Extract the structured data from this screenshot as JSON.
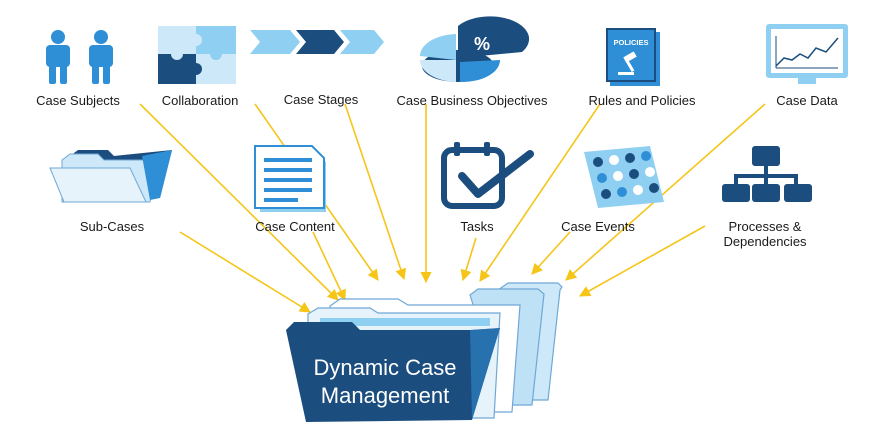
{
  "colors": {
    "navy": "#1b4d7e",
    "blue": "#2f8fd6",
    "sky": "#8fd0f2",
    "pale": "#cde8f8",
    "arrow": "#f5c518"
  },
  "sources": [
    {
      "label": "Case Subjects",
      "icon": "people-icon"
    },
    {
      "label": "Collaboration",
      "icon": "puzzle-icon"
    },
    {
      "label": "Case Stages",
      "icon": "chevron-stages-icon"
    },
    {
      "label": "Case Business Objectives",
      "icon": "pie-percent-icon"
    },
    {
      "label": "Rules and Policies",
      "icon": "policies-book-icon"
    },
    {
      "label": "Case Data",
      "icon": "monitor-chart-icon"
    },
    {
      "label": "Sub-Cases",
      "icon": "folder-icon"
    },
    {
      "label": "Case Content",
      "icon": "document-icon"
    },
    {
      "label": "Tasks",
      "icon": "calendar-check-icon"
    },
    {
      "label": "Case Events",
      "icon": "dots-grid-icon"
    },
    {
      "label": "Processes &",
      "label2": "Dependencies",
      "icon": "org-chart-icon"
    }
  ],
  "policies_text": "POLICIES",
  "percent_text": "%",
  "center": {
    "line1": "Dynamic Case",
    "line2": "Management"
  }
}
